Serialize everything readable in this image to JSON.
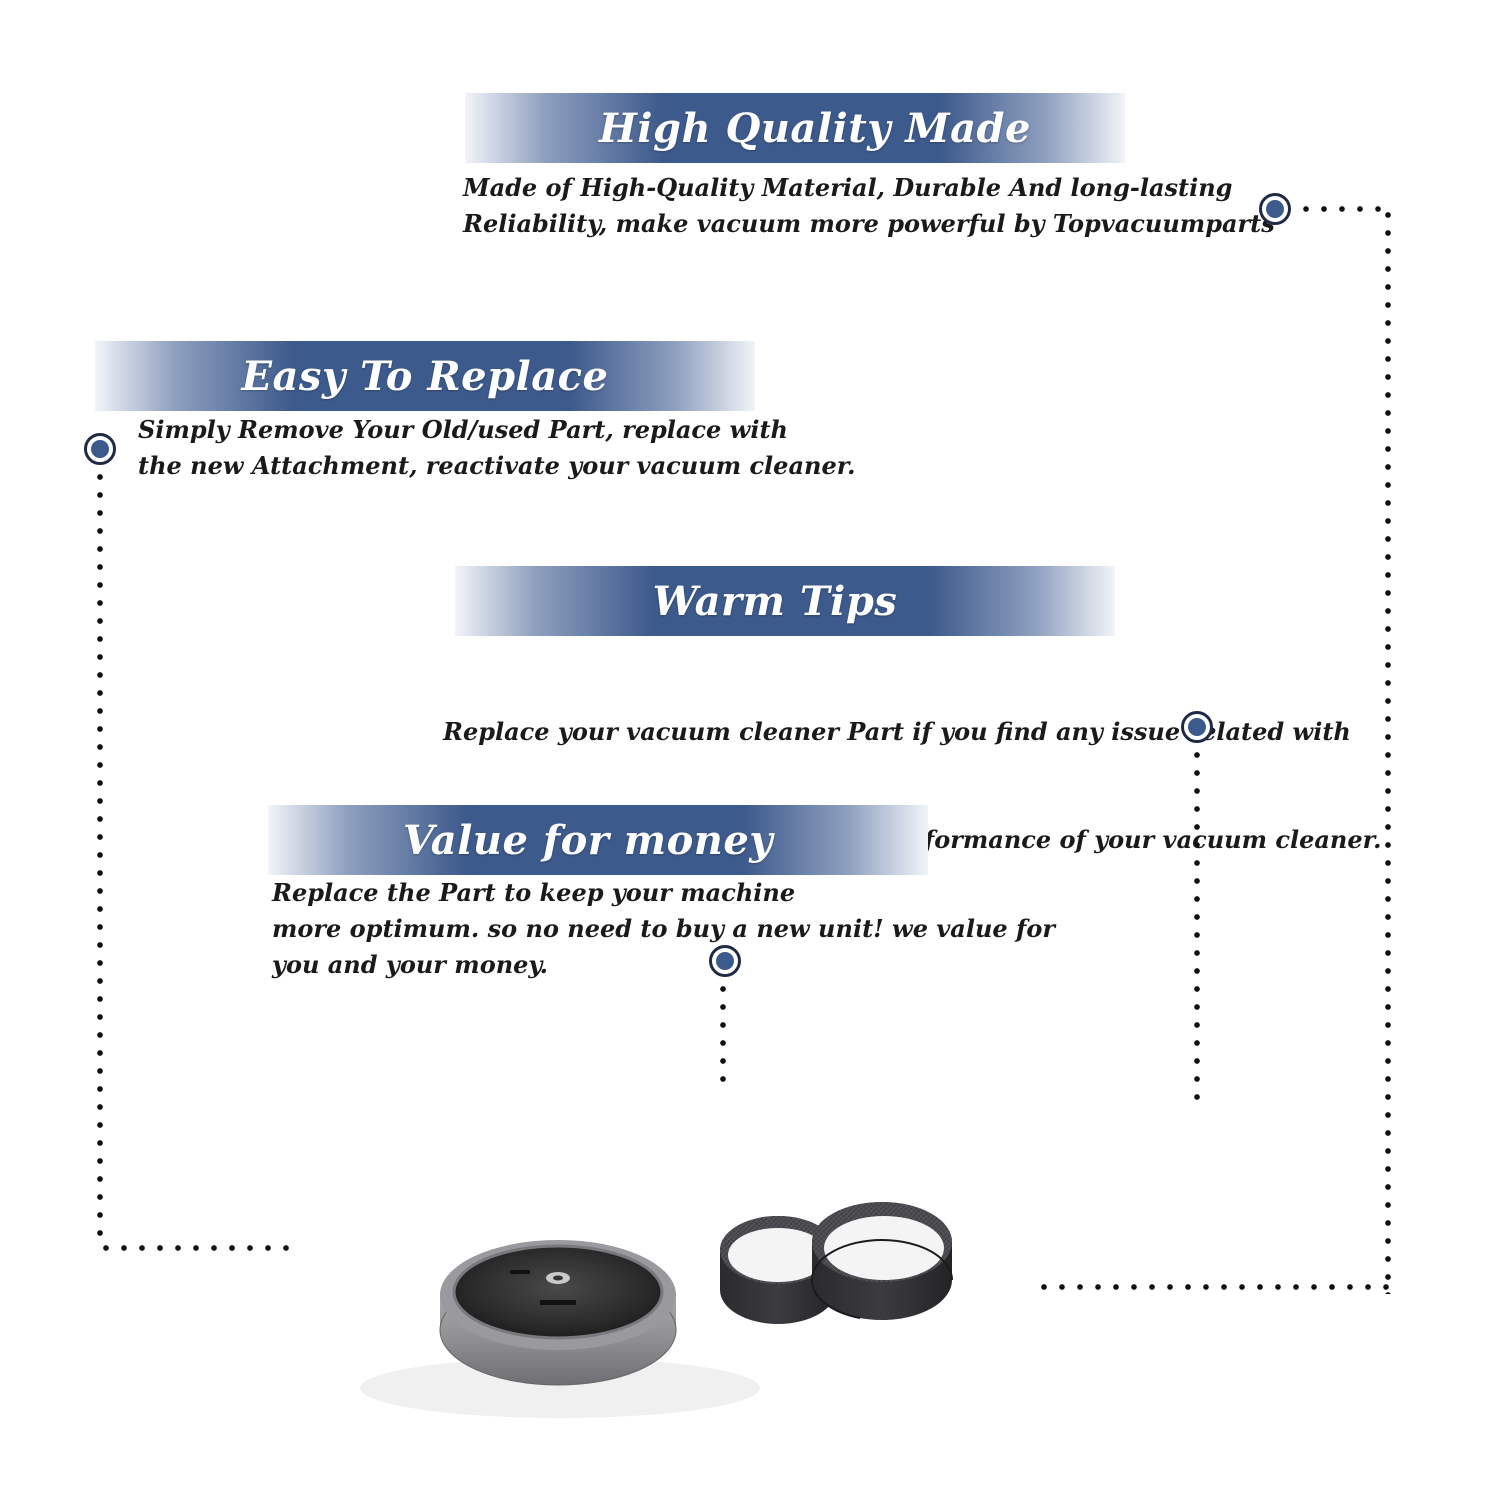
{
  "colors": {
    "banner_dark": "#3d5a8c",
    "banner_light": "#f2f4f8",
    "bullet_fill": "#3d5a8c",
    "bullet_ring": "#1f2a44",
    "dots": "#111111",
    "text": "#1a1a1a"
  },
  "sections": [
    {
      "title": "High Quality Made",
      "lines": [
        "Made of  High-Quality Material, Durable And long-lasting",
        "Reliability, make vacuum more powerful by Topvacuumparts"
      ]
    },
    {
      "title": "Easy To Replace",
      "lines": [
        "Simply Remove Your Old/used Part, replace with",
        "the new Attachment, reactivate your vacuum cleaner."
      ]
    },
    {
      "title": "Warm Tips",
      "lines": [
        "Replace your vacuum cleaner Part if you find any issue related with",
        " attachment to ensure optimum performance of your vacuum cleaner."
      ]
    },
    {
      "title": "Value for money",
      "lines": [
        "Replace the Part to keep your machine",
        "more optimum. so no need to buy a new unit! we value for",
        "you and your money."
      ]
    }
  ],
  "product": {
    "icons": [
      "vacuum-wheel-icon",
      "drive-belt-icon"
    ]
  }
}
